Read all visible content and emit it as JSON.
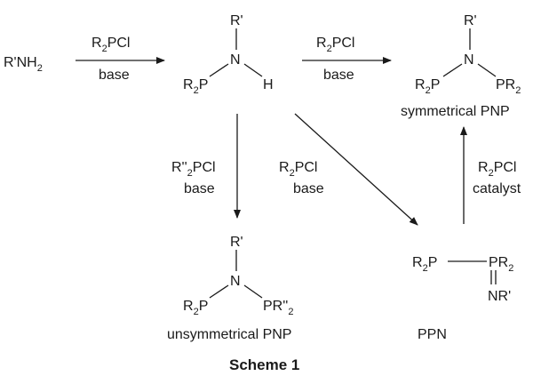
{
  "reactant": {
    "base": "R'NH",
    "sub": "2"
  },
  "reagent_R2PCl": {
    "pre": "R",
    "sub": "2",
    "post": "PCl"
  },
  "reagent_R2PCl_alt": {
    "pre": "R''",
    "sub": "2",
    "post": "PCl"
  },
  "word_base": "base",
  "word_catalyst": "catalyst",
  "atom_R_prime": "R'",
  "atom_N": "N",
  "atom_H": "H",
  "atom_R2P": {
    "pre": "R",
    "sub": "2",
    "post": "P"
  },
  "atom_PR2": {
    "pre": "PR",
    "sub": "2"
  },
  "atom_PR2_alt": {
    "pre": "PR''",
    "sub": "2"
  },
  "atom_NR_prime": "NR'",
  "captions": {
    "symmetrical": "symmetrical PNP",
    "unsymmetrical": "unsymmetrical PNP",
    "ppn": "PPN"
  },
  "scheme_label": "Scheme 1"
}
